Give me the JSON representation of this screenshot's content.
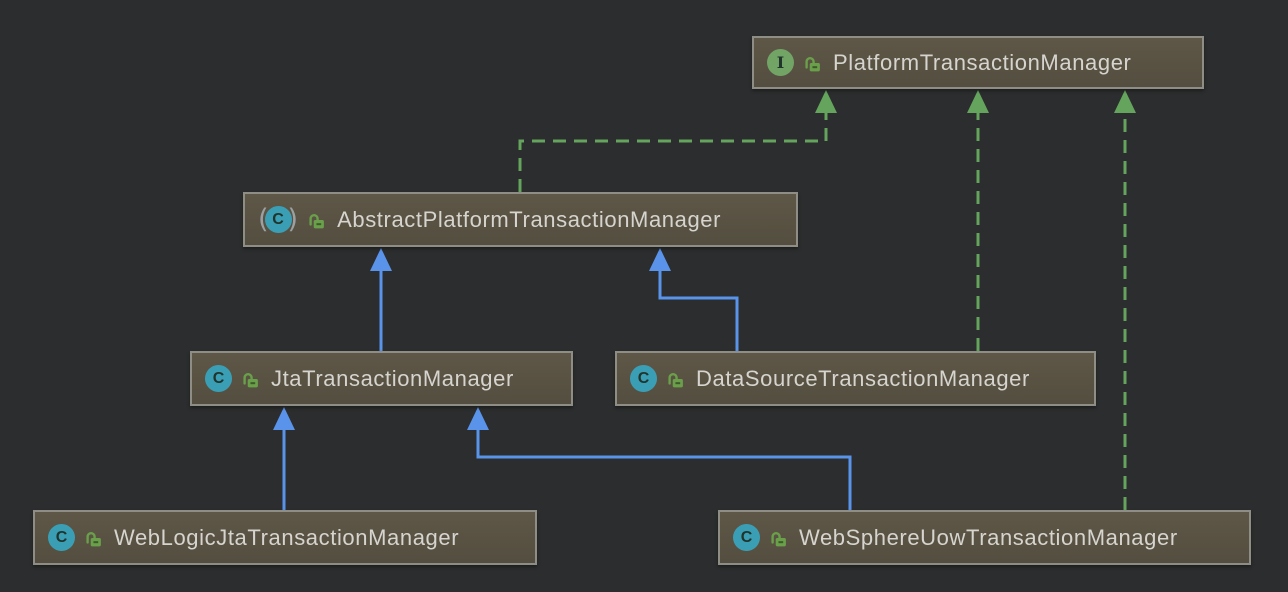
{
  "diagram_type": "uml-class-hierarchy",
  "colors": {
    "background": "#2b2d2e",
    "node_fill_top": "#5e5747",
    "node_fill_bottom": "#544e40",
    "node_border": "#8e8e86",
    "label": "#d6d4ce",
    "extends_edge": "#5a93ea",
    "implements_edge": "#64a45c",
    "interface_icon": "#72a465",
    "class_icon": "#3a9fb5",
    "icon_letter": "#21342c",
    "lock_icon": "#6ba04b",
    "paren": "#9ba0a2"
  },
  "nodes": [
    {
      "id": "platform",
      "label": "PlatformTransactionManager",
      "kind": "interface",
      "badge_letter": "I",
      "access_icon": "public-unlock"
    },
    {
      "id": "abstract",
      "label": "AbstractPlatformTransactionManager",
      "kind": "abstract-class",
      "badge_letter": "C",
      "access_icon": "public-unlock"
    },
    {
      "id": "jta",
      "label": "JtaTransactionManager",
      "kind": "class",
      "badge_letter": "C",
      "access_icon": "public-unlock"
    },
    {
      "id": "datasource",
      "label": "DataSourceTransactionManager",
      "kind": "class",
      "badge_letter": "C",
      "access_icon": "public-unlock"
    },
    {
      "id": "weblogic",
      "label": "WebLogicJtaTransactionManager",
      "kind": "class",
      "badge_letter": "C",
      "access_icon": "public-unlock"
    },
    {
      "id": "websphere",
      "label": "WebSphereUowTransactionManager",
      "kind": "class",
      "badge_letter": "C",
      "access_icon": "public-unlock"
    }
  ],
  "edges": [
    {
      "from": "AbstractPlatformTransactionManager",
      "to": "PlatformTransactionManager",
      "relation": "implements",
      "style": "dashed-green-arrow"
    },
    {
      "from": "DataSourceTransactionManager",
      "to": "PlatformTransactionManager",
      "relation": "implements",
      "style": "dashed-green-arrow"
    },
    {
      "from": "WebSphereUowTransactionManager",
      "to": "PlatformTransactionManager",
      "relation": "implements",
      "style": "dashed-green-arrow"
    },
    {
      "from": "JtaTransactionManager",
      "to": "AbstractPlatformTransactionManager",
      "relation": "extends",
      "style": "solid-blue-arrow"
    },
    {
      "from": "DataSourceTransactionManager",
      "to": "AbstractPlatformTransactionManager",
      "relation": "extends",
      "style": "solid-blue-arrow"
    },
    {
      "from": "WebLogicJtaTransactionManager",
      "to": "JtaTransactionManager",
      "relation": "extends",
      "style": "solid-blue-arrow"
    },
    {
      "from": "WebSphereUowTransactionManager",
      "to": "JtaTransactionManager",
      "relation": "extends",
      "style": "solid-blue-arrow"
    }
  ]
}
